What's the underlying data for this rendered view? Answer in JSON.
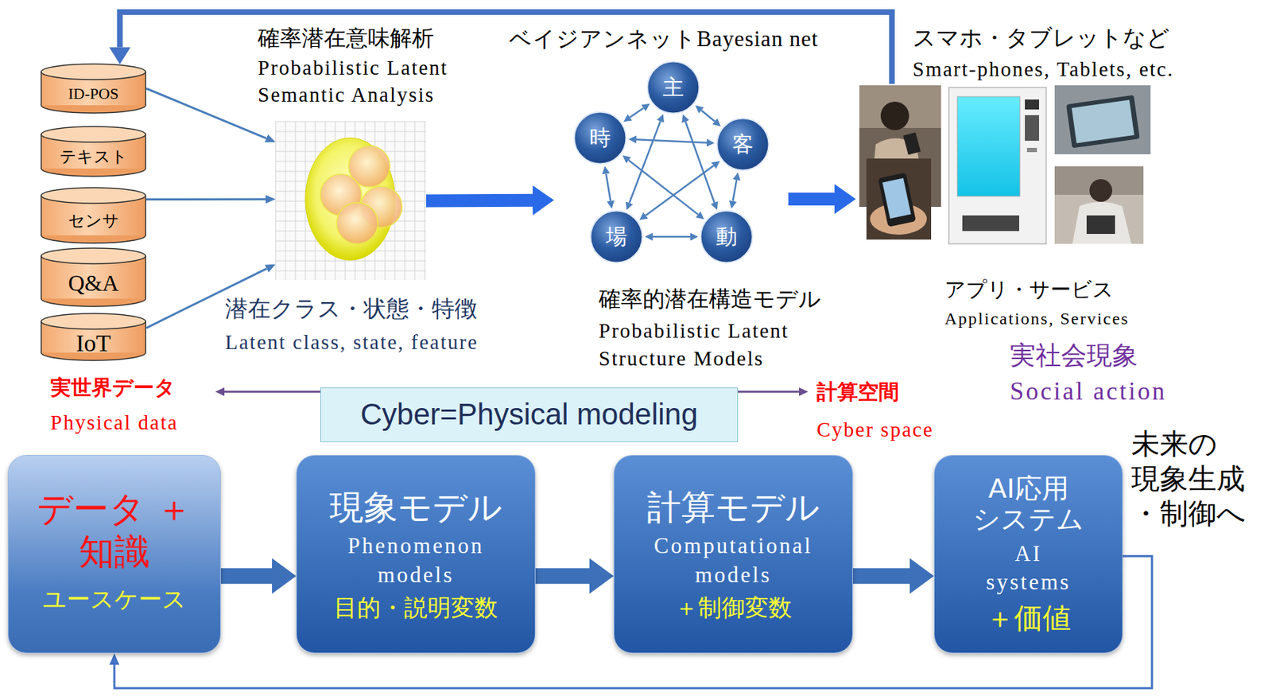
{
  "diagram": {
    "nodes": [
      {
        "text": [
          "ID-POS"
        ]
      },
      {
        "text": [
          "テキスト"
        ]
      },
      {
        "text": [
          "センサ"
        ]
      },
      {
        "text": [
          "Q&A"
        ]
      },
      {
        "text": [
          "IoT"
        ]
      },
      {
        "text": [
          "確率潜在意味解析",
          "Probabilistic Latent Semantic Analysis"
        ]
      },
      {
        "text": [
          "ベイジアンネットBayesian net",
          "確率的潜在構造モデル",
          "Probabilistic Latent Structure Models"
        ]
      },
      {
        "text": [
          "主"
        ],
        "in": 6
      },
      {
        "text": [
          "客"
        ],
        "in": 6
      },
      {
        "text": [
          "動"
        ],
        "in": 6
      },
      {
        "text": [
          "場"
        ],
        "in": 6
      },
      {
        "text": [
          "時"
        ],
        "in": 6
      },
      {
        "text": [
          "スマホ・タブレットなど",
          "Smart-phones, Tablets, etc.",
          "アプリ・サービス",
          "Applications, Services",
          "実社会現象",
          "Social action"
        ]
      },
      {
        "text": [
          "Cyber=Physical modeling"
        ]
      },
      {
        "text": [
          "データ ＋知識",
          "ユースケース"
        ]
      },
      {
        "text": [
          "現象モデル",
          "Phenomenon models",
          "目的・説明変数"
        ]
      },
      {
        "text": [
          "計算モデル",
          "Computational models",
          "＋制御変数"
        ]
      },
      {
        "text": [
          "AI応用 システム",
          "AI systems",
          "＋価値"
        ]
      }
    ],
    "edges": [
      {
        "from": 0,
        "to": 5,
        "arrow": "to"
      },
      {
        "from": 2,
        "to": 5,
        "arrow": "to"
      },
      {
        "from": 4,
        "to": 5,
        "arrow": "to"
      },
      {
        "from": 5,
        "to": 6,
        "arrow": "to"
      },
      {
        "from": 7,
        "to": 8,
        "arrow": "both"
      },
      {
        "from": 8,
        "to": 9,
        "arrow": "both"
      },
      {
        "from": 9,
        "to": 10,
        "arrow": "both"
      },
      {
        "from": 10,
        "to": 11,
        "arrow": "both"
      },
      {
        "from": 11,
        "to": 7,
        "arrow": "both"
      },
      {
        "from": 7,
        "to": 9,
        "arrow": "both"
      },
      {
        "from": 7,
        "to": 10,
        "arrow": "both"
      },
      {
        "from": 11,
        "to": 8,
        "arrow": "both"
      },
      {
        "from": 11,
        "to": 9,
        "arrow": "both"
      },
      {
        "from": 10,
        "to": 8,
        "arrow": "both"
      },
      {
        "from": 6,
        "to": 12,
        "arrow": "to"
      },
      {
        "from": 12,
        "to": 0,
        "arrow": "to"
      },
      {
        "from": 14,
        "to": 15,
        "arrow": "to"
      },
      {
        "from": 15,
        "to": 16,
        "arrow": "to"
      },
      {
        "from": 16,
        "to": 17,
        "arrow": "to"
      },
      {
        "from": 17,
        "to": 14,
        "arrow": "to"
      }
    ],
    "labels": [
      "潜在クラス・状態・特徴",
      "Latent class, state, feature",
      "実世界データ",
      "Physical data",
      "計算空間",
      "Cyber space",
      "未来の 現象生成 ・制御へ"
    ]
  }
}
